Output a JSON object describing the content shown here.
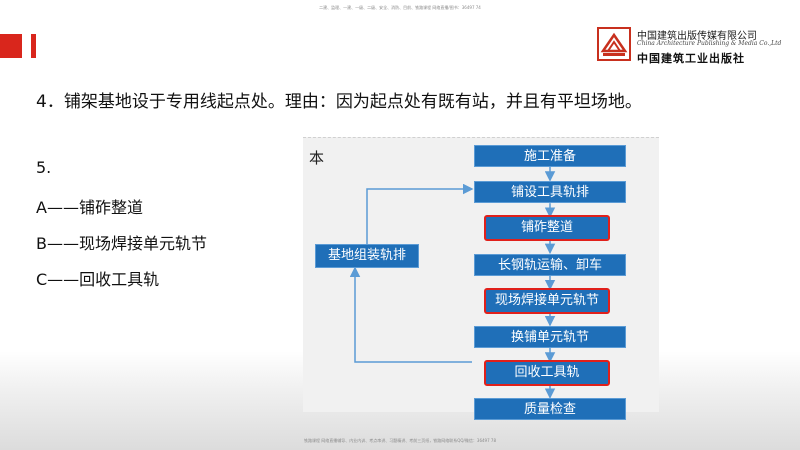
{
  "header": {
    "top_note": "二建、监理、一建、一级、二级、安全、消防、目前、铁路课程 网络直播/图书：36497 74",
    "publisher_cn": "中国建筑出版传媒有限公司",
    "publisher_en": "China Architecture Publishing & Media Co.,Ltd",
    "publisher_calligraphy": "中国建筑工业出版社"
  },
  "slide": {
    "heading": "4．铺架基地设于专用线起点处。理由：因为起点处有既有站，并且有平坦场地。",
    "list": [
      "5.",
      "A——铺砟整道",
      "B——现场焊接单元轨节",
      "C——回收工具轨"
    ]
  },
  "diagram": {
    "fragment_text": "本",
    "side_box": "基地组装轨排",
    "steps": [
      {
        "label": "施工准备",
        "highlight": false
      },
      {
        "label": "铺设工具轨排",
        "highlight": false
      },
      {
        "label": "铺砟整道",
        "highlight": true
      },
      {
        "label": "长钢轨运输、卸车",
        "highlight": false
      },
      {
        "label": "现场焊接单元轨节",
        "highlight": true
      },
      {
        "label": "换铺单元轨节",
        "highlight": false
      },
      {
        "label": "回收工具轨",
        "highlight": true
      },
      {
        "label": "质量检查",
        "highlight": false
      }
    ],
    "colors": {
      "box_fill": "#1f6fb8",
      "highlight": "#e0201b",
      "arrow": "#5b9bd5"
    }
  },
  "footer": {
    "bottom_note": "铁路课程 网络直播辅导、内业内训、考点串讲、习题精讲、考前三页纸，铁路网络联系QQ/微信：36497 78"
  }
}
